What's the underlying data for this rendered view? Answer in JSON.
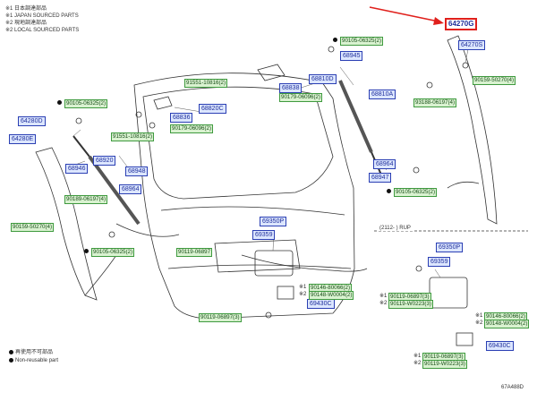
{
  "legend": {
    "l1": "※1 日本調達部品",
    "l2": "※1 JAPAN SOURCED PARTS",
    "l3": "※2 現地調達部品",
    "l4": "※2 LOCAL SOURCED PARTS"
  },
  "bottom_legend": {
    "b1": "再使用不可部品",
    "b2": "Non-reusable part"
  },
  "code": "67A488D",
  "rup": "(2112-            ) RUP",
  "marks": {
    "m1": "※1",
    "m2": "※2"
  },
  "parts": {
    "p64270G": "64270G",
    "p64270S": "64270S",
    "p64280D": "64280D",
    "p64280E": "64280E",
    "p68945": "68945",
    "p68810D": "68810D",
    "p68838": "68838",
    "p68810A": "68810A",
    "p68820C": "68820C",
    "p68836": "68836",
    "p68920": "68920",
    "p68946": "68946",
    "p68964a": "68964",
    "p68964b": "68964",
    "p68947": "68947",
    "p69350Pa": "69350P",
    "p69350Pb": "69350P",
    "p69359a": "69359",
    "p69359b": "69359",
    "p69430Ca": "69430C",
    "p69430Cb": "69430C",
    "p68948": "68948"
  },
  "green": {
    "g1": "90105-06325(2)",
    "g2": "91551-10816(2)",
    "g3": "90179-06096(2)",
    "g4": "90105-06325(2)",
    "g5": "90159-50270(4)",
    "g6": "93188-06197(4)",
    "g7": "91551-10816(2)",
    "g8": "90179-06096(2)",
    "g9": "90189-06197(4)",
    "g10": "90159-50270(4)",
    "g11": "90105-06325(2)",
    "g12": "90105-06325(2)",
    "g13": "90119-06897",
    "g14": "90146-80066(2)",
    "g15": "90148-W0004(2)",
    "g16": "90119-06897(3)",
    "g17": "90119-06897(3)",
    "g18": "90119-W0223(3)",
    "g19": "90146-80066(2)",
    "g20": "90148-W0004(2)",
    "g21": "90119-06897(3)",
    "g22": "90119-W0223(3)"
  }
}
